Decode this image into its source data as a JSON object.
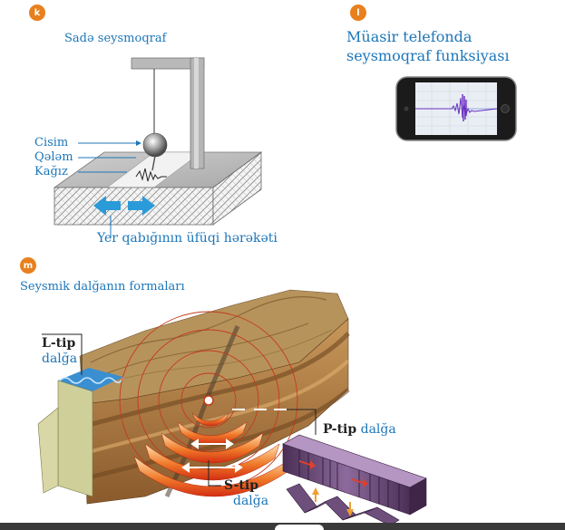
{
  "panel_k": {
    "badge": "k",
    "title": "Sadə seysmoqraf",
    "labels": {
      "object": "Cisim",
      "pen": "Qələm",
      "paper": "Kağız"
    },
    "caption": "Yer qabığının üfüqi hərəkəti"
  },
  "panel_l": {
    "badge": "l",
    "title_line1": "Müasir telefonda",
    "title_line2": "seysmoqraf funksiyası"
  },
  "panel_m": {
    "badge": "m",
    "title": "Seysmik dalğanın formaları",
    "l_wave": {
      "type": "L-tip",
      "word": "dalğa"
    },
    "p_wave": {
      "type": "P-tip",
      "word": "dalğa"
    },
    "s_wave": {
      "type": "S-tip",
      "word": "dalğa"
    }
  },
  "colors": {
    "accent_orange": "#e8801e",
    "label_blue": "#1c76b8",
    "arrow_blue": "#2a9bd8"
  }
}
